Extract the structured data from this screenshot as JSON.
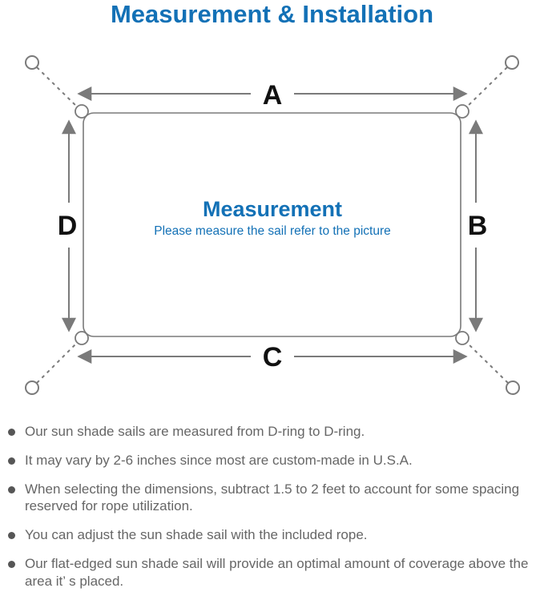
{
  "title": "Measurement & Installation",
  "colors": {
    "accent_blue": "#1371b6",
    "line_gray": "#7a7a7a",
    "label_black": "#111111",
    "body_gray": "#666666"
  },
  "diagram": {
    "label_a": "A",
    "label_b": "B",
    "label_c": "C",
    "label_d": "D",
    "center_heading": "Measurement",
    "center_subtitle": "Please measure the sail refer to the picture"
  },
  "bullets": [
    "Our sun shade sails are measured from D-ring to D-ring.",
    "It may vary by 2-6 inches since most are custom-made in U.S.A.",
    "When selecting the dimensions, subtract 1.5 to 2 feet to account for some spacing reserved for rope utilization.",
    "You can adjust the sun shade sail with the included rope.",
    "Our flat-edged sun shade sail will provide an optimal amount of coverage above the area it’ s placed."
  ]
}
